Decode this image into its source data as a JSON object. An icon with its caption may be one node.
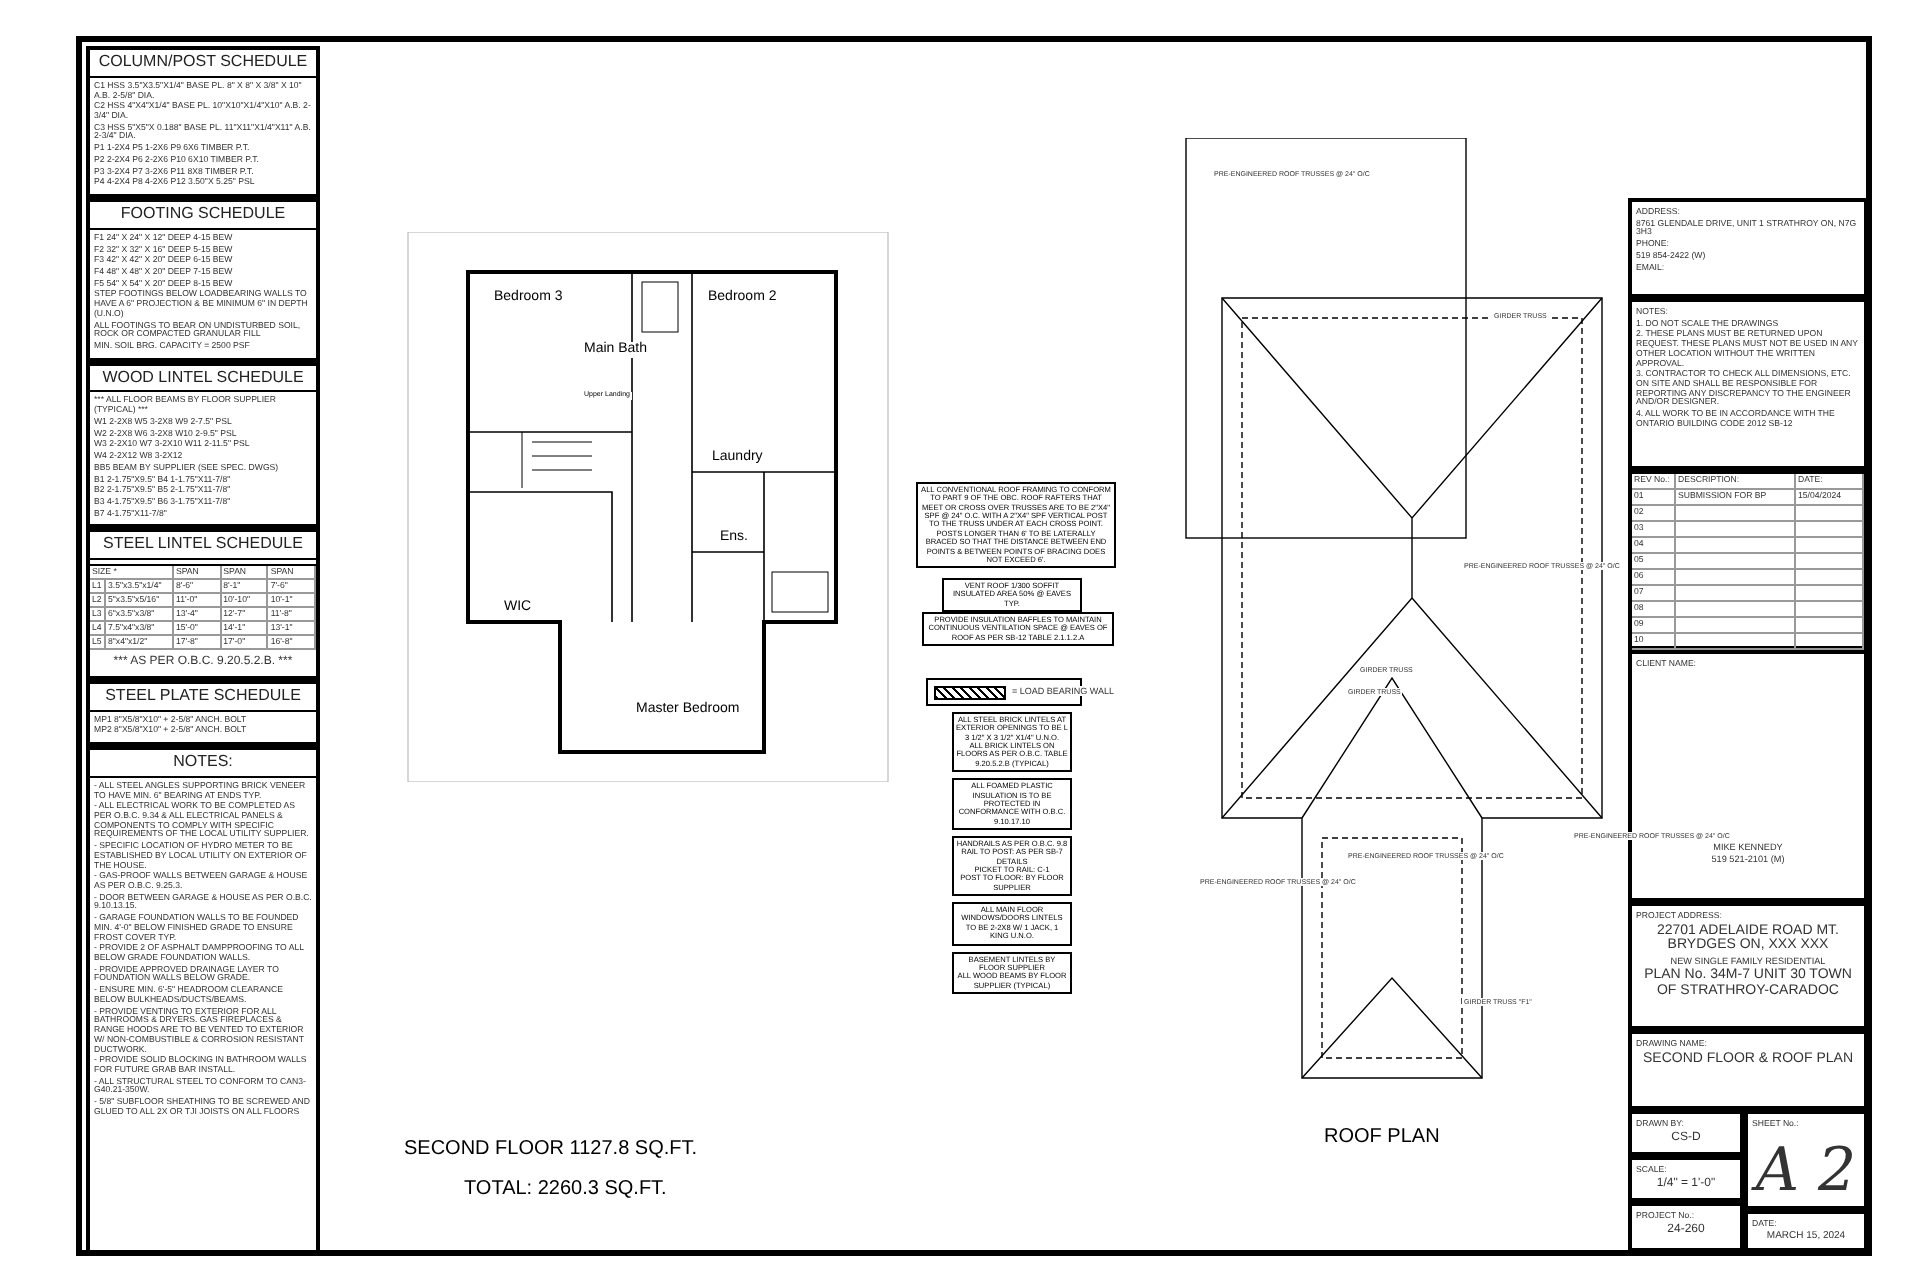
{
  "diagram": {
    "nodes": [
      {
        "text": [
          "COLUMN/POST SCHEDULE",
          "C1 HSS 3.5\"X3.5\"X1/4\" BASE PL. 8\" X 8\" X 3/8\" X 10\" A.B. 2-5/8\" DIA.",
          "C2 HSS 4\"X4\"X1/4\" BASE PL. 10\"X10\"X1/4\"X10\" A.B. 2-3/4\" DIA.",
          "C3 HSS 5\"X5\"X 0.188\" BASE PL. 11\"X11\"X1/4\"X11\" A.B. 2-3/4\" DIA.",
          "P1 1-2X4 P5 1-2X6 P9 6X6 TIMBER P.T.",
          "P2 2-2X4 P6 2-2X6 P10 6X10 TIMBER P.T.",
          "P3 3-2X4 P7 3-2X6 P11 8X8 TIMBER P.T.",
          "P4 4-2X4 P8 4-2X6 P12 3.50\"X 5.25\" PSL"
        ]
      },
      {
        "text": [
          "FOOTING SCHEDULE",
          "F1 24\" X 24\" X 12\" DEEP 4-15 BEW",
          "F2 32\" X 32\" X 16\" DEEP 5-15 BEW",
          "F3 42\" X 42\" X 20\" DEEP 6-15 BEW",
          "F4 48\" X 48\" X 20\" DEEP 7-15 BEW",
          "F5 54\" X 54\" X 20\" DEEP 8-15 BEW",
          "STEP FOOTINGS BELOW LOADBEARING WALLS TO HAVE A 6\" PROJECTION & BE MINIMUM 6\" IN DEPTH (U.N.O)",
          "ALL FOOTINGS TO BEAR ON UNDISTURBED SOIL, ROCK OR COMPACTED GRANULAR FILL",
          "MIN. SOIL BRG. CAPACITY = 2500 PSF"
        ]
      },
      {
        "text": [
          "WOOD LINTEL SCHEDULE",
          "*** ALL FLOOR BEAMS BY FLOOR SUPPLIER (TYPICAL) ***",
          "W1 2-2X8 W5 3-2X8 W9 2-7.5\" PSL",
          "W2 2-2X8 W6 3-2X8 W10 2-9.5\" PSL",
          "W3 2-2X10 W7 3-2X10 W11 2-11.5\" PSL",
          "W4 2-2X12 W8 3-2X12",
          "BB5 BEAM BY SUPPLIER (SEE SPEC. DWGS)",
          "B1 2-1.75\"X9.5\" B4 1-1.75\"X11-7/8\"",
          "B2 2-1.75\"X9.5\" B5 2-1.75\"X11-7/8\"",
          "B3 4-1.75\"X9.5\" B6 3-1.75\"X11-7/8\"",
          "B7 4-1.75\"X11-7/8\""
        ]
      },
      {
        "text": [
          "STEEL LINTEL SCHEDULE",
          "SIZE *",
          "SPAN",
          "SPAN",
          "SPAN",
          "L1",
          "3.5\"x3.5\"x1/4\"",
          "8'-6\"",
          "8'-1\"",
          "7'-6\"",
          "L2",
          "5\"x3.5\"x5/16\"",
          "11'-0\"",
          "10'-10\"",
          "10'-1\"",
          "L3",
          "6\"x3.5\"x3/8\"",
          "13'-4\"",
          "12'-7\"",
          "11'-8\"",
          "L4",
          "7.5\"x4\"x3/8\"",
          "15'-0\"",
          "14'-1\"",
          "13'-1\"",
          "L5",
          "8\"x4\"x1/2\"",
          "17'-8\"",
          "17'-0\"",
          "16'-8\"",
          "*** AS PER O.B.C. 9.20.5.2.B. ***"
        ]
      },
      {
        "text": [
          "STEEL PLATE SCHEDULE",
          "MP1 8\"X5/8\"X10\" + 2-5/8\" ANCH. BOLT",
          "MP2 8\"X5/8\"X10\" + 2-5/8\" ANCH. BOLT"
        ]
      },
      {
        "text": [
          "NOTES:",
          "- ALL STEEL ANGLES SUPPORTING BRICK VENEER TO HAVE MIN. 6\" BEARING AT ENDS TYP.",
          "- ALL ELECTRICAL WORK TO BE COMPLETED AS PER O.B.C. 9.34 & ALL ELECTRICAL PANELS & COMPONENTS TO COMPLY WITH SPECIFIC REQUIREMENTS OF THE LOCAL UTILITY SUPPLIER.",
          "- SPECIFIC LOCATION OF HYDRO METER TO BE ESTABLISHED BY LOCAL UTILITY ON EXTERIOR OF THE HOUSE.",
          "- GAS-PROOF WALLS BETWEEN GARAGE & HOUSE AS PER O.B.C. 9.25.3.",
          "- DOOR BETWEEN GARAGE & HOUSE AS PER O.B.C. 9.10.13.15.",
          "- GARAGE FOUNDATION WALLS TO BE FOUNDED MIN. 4'-0\" BELOW FINISHED GRADE TO ENSURE FROST COVER TYP.",
          "- PROVIDE 2 OF ASPHALT DAMPPROOFING TO ALL BELOW GRADE FOUNDATION WALLS.",
          "- PROVIDE APPROVED DRAINAGE LAYER TO FOUNDATION WALLS BELOW GRADE.",
          "- ENSURE MIN. 6'-5\" HEADROOM CLEARANCE BELOW BULKHEADS/DUCTS/BEAMS.",
          "- PROVIDE VENTING TO EXTERIOR FOR ALL BATHROOMS & DRYERS. GAS FIREPLACES & RANGE HOODS ARE TO BE VENTED TO EXTERIOR W/ NON-COMBUSTIBLE & CORROSION RESISTANT DUCTWORK.",
          "- PROVIDE SOLID BLOCKING IN BATHROOM WALLS FOR FUTURE GRAB BAR INSTALL.",
          "- ALL STRUCTURAL STEEL TO CONFORM TO CAN3-G40.21-350W.",
          "- 5/8\" SUBFLOOR SHEATHING TO BE SCREWED AND GLUED TO ALL 2X OR TJI JOISTS ON ALL FLOORS"
        ]
      },
      {
        "text": [
          "ADDRESS:",
          "8761 GLENDALE DRIVE, UNIT 1 STRATHROY ON, N7G 3H3",
          "PHONE:",
          "519 854-2422 (W)",
          "EMAIL:"
        ]
      },
      {
        "text": [
          "NOTES:",
          "1. DO NOT SCALE THE DRAWINGS",
          "2. THESE PLANS MUST BE RETURNED UPON REQUEST. THESE PLANS MUST NOT BE USED IN ANY OTHER LOCATION WITHOUT THE WRITTEN APPROVAL.",
          "3. CONTRACTOR TO CHECK ALL DIMENSIONS, ETC. ON SITE AND SHALL BE RESPONSIBLE FOR REPORTING ANY DISCREPANCY TO THE ENGINEER AND/OR DESIGNER.",
          "4. ALL WORK TO BE IN ACCORDANCE WITH THE ONTARIO BUILDING CODE 2012 SB-12"
        ]
      },
      {
        "text": [
          "REV No.:",
          "DESCRIPTION:",
          "DATE:",
          "01",
          "SUBMISSION FOR BP",
          "15/04/2024",
          "02",
          "03",
          "04",
          "05",
          "06",
          "07",
          "08",
          "09",
          "10"
        ]
      },
      {
        "text": [
          "CLIENT NAME:",
          "MIKE KENNEDY",
          "519 521-2101 (M)"
        ]
      },
      {
        "text": [
          "PROJECT ADDRESS:",
          "22701 ADELAIDE ROAD MT. BRYDGES ON, XXX XXX",
          "NEW SINGLE FAMILY RESIDENTIAL",
          "PLAN No. 34M-7 UNIT 30 TOWN OF STRATHROY-CARADOC"
        ]
      },
      {
        "text": [
          "DRAWING NAME:",
          "SECOND FLOOR & ROOF PLAN"
        ]
      },
      {
        "text": [
          "DRAWN BY:",
          "CS-D"
        ]
      },
      {
        "text": [
          "SCALE:",
          "1/4\" = 1'-0\""
        ]
      },
      {
        "text": [
          "PROJECT No.:",
          "24-260"
        ]
      },
      {
        "text": [
          "SHEET No.:",
          "A 2"
        ]
      },
      {
        "text": [
          "DATE:",
          "MARCH 15, 2024"
        ]
      },
      {
        "text": [
          "Bedroom 3"
        ]
      },
      {
        "text": [
          "Bedroom 2"
        ]
      },
      {
        "text": [
          "Main Bath"
        ]
      },
      {
        "text": [
          "Upper Landing"
        ]
      },
      {
        "text": [
          "Laundry"
        ]
      },
      {
        "text": [
          "Ens."
        ]
      },
      {
        "text": [
          "WIC"
        ]
      },
      {
        "text": [
          "Master Bedroom"
        ]
      },
      {
        "text": [
          "ALL CONVENTIONAL ROOF FRAMING TO CONFORM TO PART 9 OF THE OBC. ROOF RAFTERS THAT MEET OR CROSS OVER TRUSSES ARE TO BE 2\"X4\" SPF @ 24\" O.C. WITH A 2\"X4\" SPF VERTICAL POST TO THE TRUSS UNDER AT EACH CROSS POINT. POSTS LONGER THAN 6' TO BE LATERALLY BRACED SO THAT THE DISTANCE BETWEEN END POINTS & BETWEEN POINTS OF BRACING DOES NOT EXCEED 6'."
        ]
      },
      {
        "text": [
          "VENT ROOF 1/300 SOFFIT INSULATED AREA 50% @ EAVES TYP."
        ]
      },
      {
        "text": [
          "PROVIDE INSULATION BAFFLES TO MAINTAIN CONTINUOUS VENTILATION SPACE @ EAVES OF ROOF AS PER SB-12 TABLE 2.1.1.2.A"
        ]
      },
      {
        "text": [
          "ALL STEEL BRICK LINTELS AT EXTERIOR OPENINGS TO BE L 3 1/2\" X 3 1/2\" X1/4\" U.N.O.",
          "ALL BRICK LINTELS ON FLOORS AS PER O.B.C. TABLE 9.20.5.2.B (TYPICAL)"
        ]
      },
      {
        "text": [
          "ALL FOAMED PLASTIC INSULATION IS TO BE PROTECTED IN CONFORMANCE WITH O.B.C. 9.10.17.10"
        ]
      },
      {
        "text": [
          "HANDRAILS AS PER O.B.C. 9.8",
          "RAIL TO POST: AS PER SB-7 DETAILS",
          "PICKET TO RAIL: C-1",
          "POST TO FLOOR: BY FLOOR SUPPLIER"
        ]
      },
      {
        "text": [
          "ALL MAIN FLOOR WINDOWS/DOORS LINTELS TO BE 2-2X8 W/ 1 JACK, 1 KING U.N.O."
        ]
      },
      {
        "text": [
          "BASEMENT LINTELS BY FLOOR SUPPLIER",
          "ALL WOOD BEAMS BY FLOOR SUPPLIER (TYPICAL)"
        ]
      }
    ],
    "labels": [
      "SECOND FLOOR 1127.8 SQ.FT.",
      "TOTAL: 2260.3 SQ.FT.",
      "PRE-ENGINEERED ROOF TRUSSES @ 24\" O/C",
      "GIRDER TRUSS",
      "PRE-ENGINEERED ROOF TRUSSES @ 24\" O/C",
      "GIRDER TRUSS",
      "GIRDER TRUSS",
      "PRE-ENGINEERED ROOF TRUSSES @ 24\" O/C",
      "PRE-ENGINEERED ROOF TRUSSES @ 24\" O/C",
      "PRE-ENGINEERED ROOF TRUSSES @ 24\" O/C",
      "GIRDER TRUSS \"F1\"",
      "ROOF PLAN"
    ],
    "legend": [
      {
        "text": "= LOAD BEARING WALL"
      }
    ]
  }
}
